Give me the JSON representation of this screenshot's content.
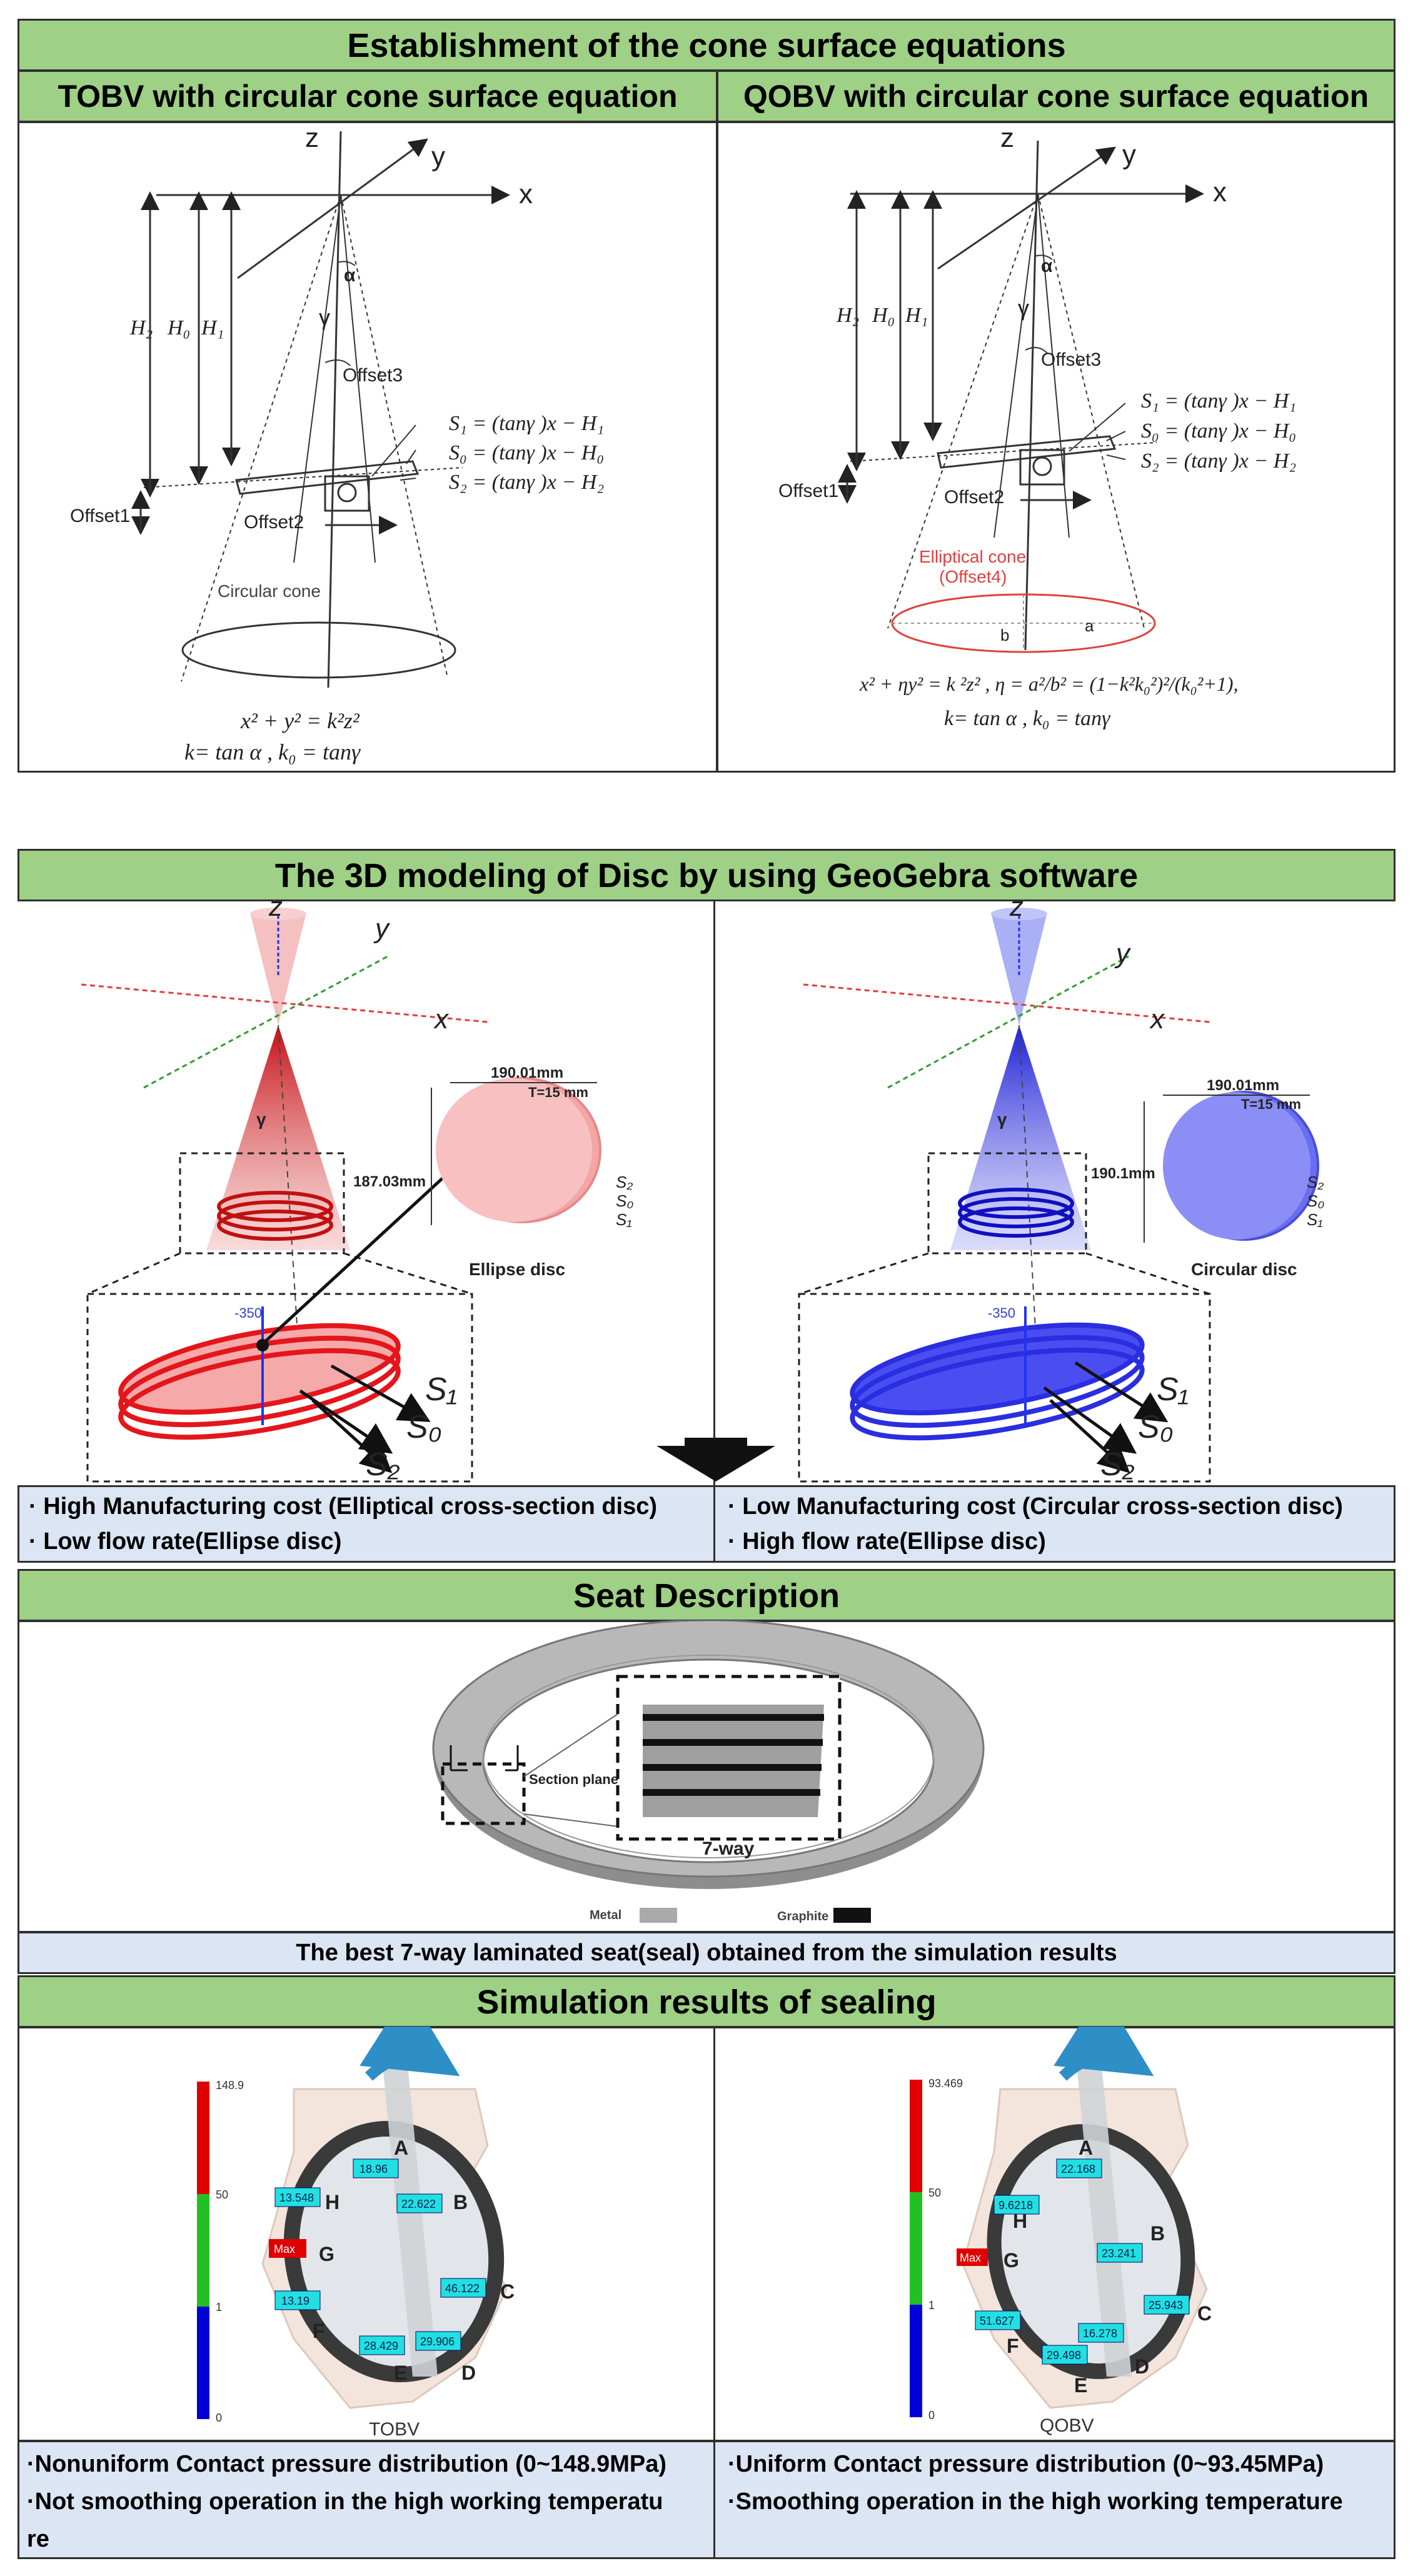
{
  "sec1": {
    "title": "Establishment of the cone surface equations",
    "left_header": "TOBV with circular cone surface equation",
    "right_header": "QOBV with circular cone surface equation",
    "axes": {
      "z": "z",
      "y": "y",
      "x": "x"
    },
    "heights": {
      "h2": "H₂",
      "h0": "H₀",
      "h1": "H₁"
    },
    "alpha": "α",
    "gamma": "γ",
    "offsets": {
      "o1": "Offset1",
      "o2": "Offset2",
      "o3": "Offset3"
    },
    "surfaces": {
      "s1": "S₁ = (tanγ )x − H₁",
      "s0": "S₀ = (tanγ )x − H₀",
      "s2": "S₂ = (tanγ )x − H₂"
    },
    "left_cone_label": "Circular cone",
    "left_eq1": "x² + y² = k²z²",
    "left_eq2": "k= tan α , k₀ = tanγ",
    "right_cone_label1": "Elliptical cone",
    "right_cone_label2": "(Offset4)",
    "ellipse_a": "a",
    "ellipse_b": "b",
    "right_eq1": "x² + ηy² = k ²z² , η = a²/b² = (1−k²k₀²)²/(k₀²+1),",
    "right_eq2": "k= tan α , k₀ = tanγ"
  },
  "sec2": {
    "title": "The 3D modeling of Disc by using GeoGebra software",
    "axes": {
      "z": "z",
      "y": "y",
      "x": "x"
    },
    "gamma": "γ",
    "left_dim_width": "190.01mm",
    "left_dim_thick": "T=15 mm",
    "left_dim_height": "187.03mm",
    "left_disc_label": "Ellipse disc",
    "right_dim_width": "190.01mm",
    "right_dim_thick": "T=15 mm",
    "right_dim_height": "190.1mm",
    "right_disc_label": "Circular disc",
    "small_s": {
      "s2": "S₂",
      "s0": "S₀",
      "s1": "S₁"
    },
    "big_s": {
      "s1": "S₁",
      "s0": "S₀",
      "s2": "S₂"
    },
    "tick_label": "-350",
    "left_bullets": [
      "· High Manufacturing cost (Elliptical cross-section disc)",
      "· Low flow rate(Ellipse disc)"
    ],
    "right_bullets": [
      "· Low Manufacturing cost (Circular cross-section disc)",
      "· High flow rate(Ellipse disc)"
    ]
  },
  "sec3": {
    "title": "Seat Description",
    "section_plane": "Section plane",
    "way_label": "7-way",
    "legend_metal": "Metal",
    "legend_graphite": "Graphite",
    "caption": "The best 7-way laminated seat(seal) obtained from the simulation results"
  },
  "sec4": {
    "title": "Simulation results of sealing",
    "left": {
      "name": "TOBV",
      "scale": [
        "148.9",
        "50",
        "1",
        "0"
      ],
      "points": [
        "A",
        "B",
        "C",
        "D",
        "E",
        "F",
        "G",
        "H"
      ],
      "max_label": "Max",
      "values": [
        "18.96",
        "22.622",
        "13.548",
        "46.122",
        "13.19",
        "28.429",
        "29.906"
      ]
    },
    "right": {
      "name": "QOBV",
      "scale": [
        "93.469",
        "50",
        "1",
        "0"
      ],
      "points": [
        "A",
        "B",
        "C",
        "D",
        "E",
        "F",
        "G",
        "H"
      ],
      "max_label": "Max",
      "values": [
        "22.168",
        "9.6218",
        "23.241",
        "25.943",
        "51.627",
        "16.278",
        "29.498"
      ]
    },
    "left_bullets": [
      "·Nonuniform Contact pressure distribution (0~148.9MPa)",
      "·Not smoothing operation in the high working temperatu",
      "re"
    ],
    "right_bullets": [
      "·Uniform Contact pressure distribution (0~93.45MPa)",
      "·Smoothing operation in the high working temperature"
    ]
  },
  "colors": {
    "header_green": "#9ed085",
    "bullet_blue": "#dbe5f3",
    "red_disc": "#e4161b",
    "blue_disc": "#2a2ee0",
    "arrow_teal": "#2e8fc6"
  }
}
